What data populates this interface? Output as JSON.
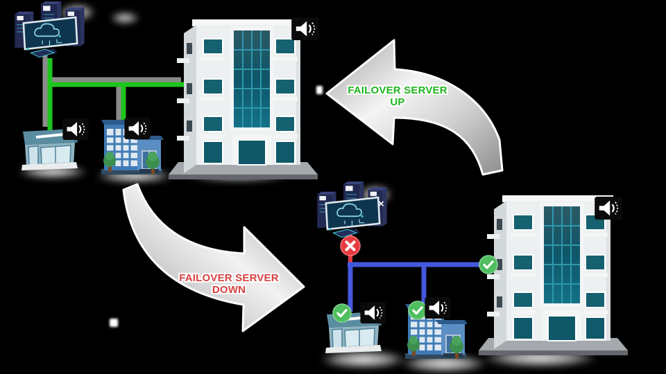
{
  "diagram_title": "failover-server-diagram",
  "labels": {
    "failover_up": "FAILOVER SERVER UP",
    "failover_down": "FAILOVER SERVER DOWN"
  },
  "colors": {
    "primary_link_green": "#1ec51e",
    "failover_link_blue": "#4458dd",
    "down_link_red": "#e83a3e",
    "status_up_green": "#4fbe5f",
    "status_down_red": "#e83a3e",
    "label_up_green": "#1fb41f",
    "label_down_red": "#d84040",
    "arrow_silver": "#d9d9d9",
    "background": "#000000"
  },
  "scene_primary_up": {
    "state": "primary server active",
    "link_color_name": "green",
    "nodes": [
      {
        "icon": "server-cluster-icon",
        "role": "primary-server"
      },
      {
        "icon": "shop-building-icon",
        "role": "client-shop",
        "extra_icon": "speaker-icon"
      },
      {
        "icon": "office-building-icon",
        "role": "client-office",
        "extra_icon": "speaker-icon"
      },
      {
        "icon": "apartment-building-icon",
        "role": "client-apartment",
        "extra_icon": "speaker-icon"
      }
    ]
  },
  "scene_primary_down": {
    "state": "primary server down, failover links active",
    "link_color_name": "blue",
    "nodes": [
      {
        "icon": "server-cluster-icon",
        "role": "primary-server",
        "status_icon": "x-mark-icon"
      },
      {
        "icon": "shop-building-icon",
        "role": "client-shop",
        "status_icon": "check-icon",
        "extra_icon": "speaker-icon"
      },
      {
        "icon": "office-building-icon",
        "role": "client-office",
        "status_icon": "check-icon",
        "extra_icon": "speaker-icon"
      },
      {
        "icon": "apartment-building-icon",
        "role": "client-apartment",
        "status_icon": "check-icon",
        "extra_icon": "speaker-icon"
      }
    ]
  },
  "decor": {
    "sparkle": "×"
  }
}
